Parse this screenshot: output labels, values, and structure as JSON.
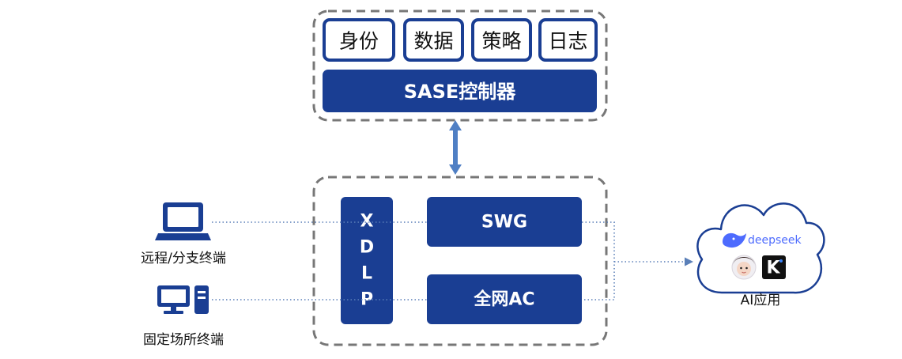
{
  "controller": {
    "modules": [
      "身份",
      "数据",
      "策略",
      "日志"
    ],
    "title": "SASE控制器"
  },
  "edge": {
    "dlp_letters": [
      "X",
      "D",
      "L",
      "P"
    ],
    "swg_label": "SWG",
    "ac_label": "全网AC"
  },
  "endpoints": {
    "remote_label": "远程/分支终端",
    "fixed_label": "固定场所终端"
  },
  "cloud": {
    "brand": "deepseek",
    "kimi_letter": "K",
    "label": "AI应用"
  },
  "colors": {
    "primary": "#1a3e93",
    "dashed_border": "#777777",
    "arrow": "#4f7fc4",
    "dotted_line": "#5a7fb8"
  },
  "icons": [
    "laptop-icon",
    "desktop-computer-icon",
    "cloud-icon",
    "deepseek-whale-icon",
    "avatar-icon",
    "kimi-icon",
    "double-arrow-icon"
  ]
}
